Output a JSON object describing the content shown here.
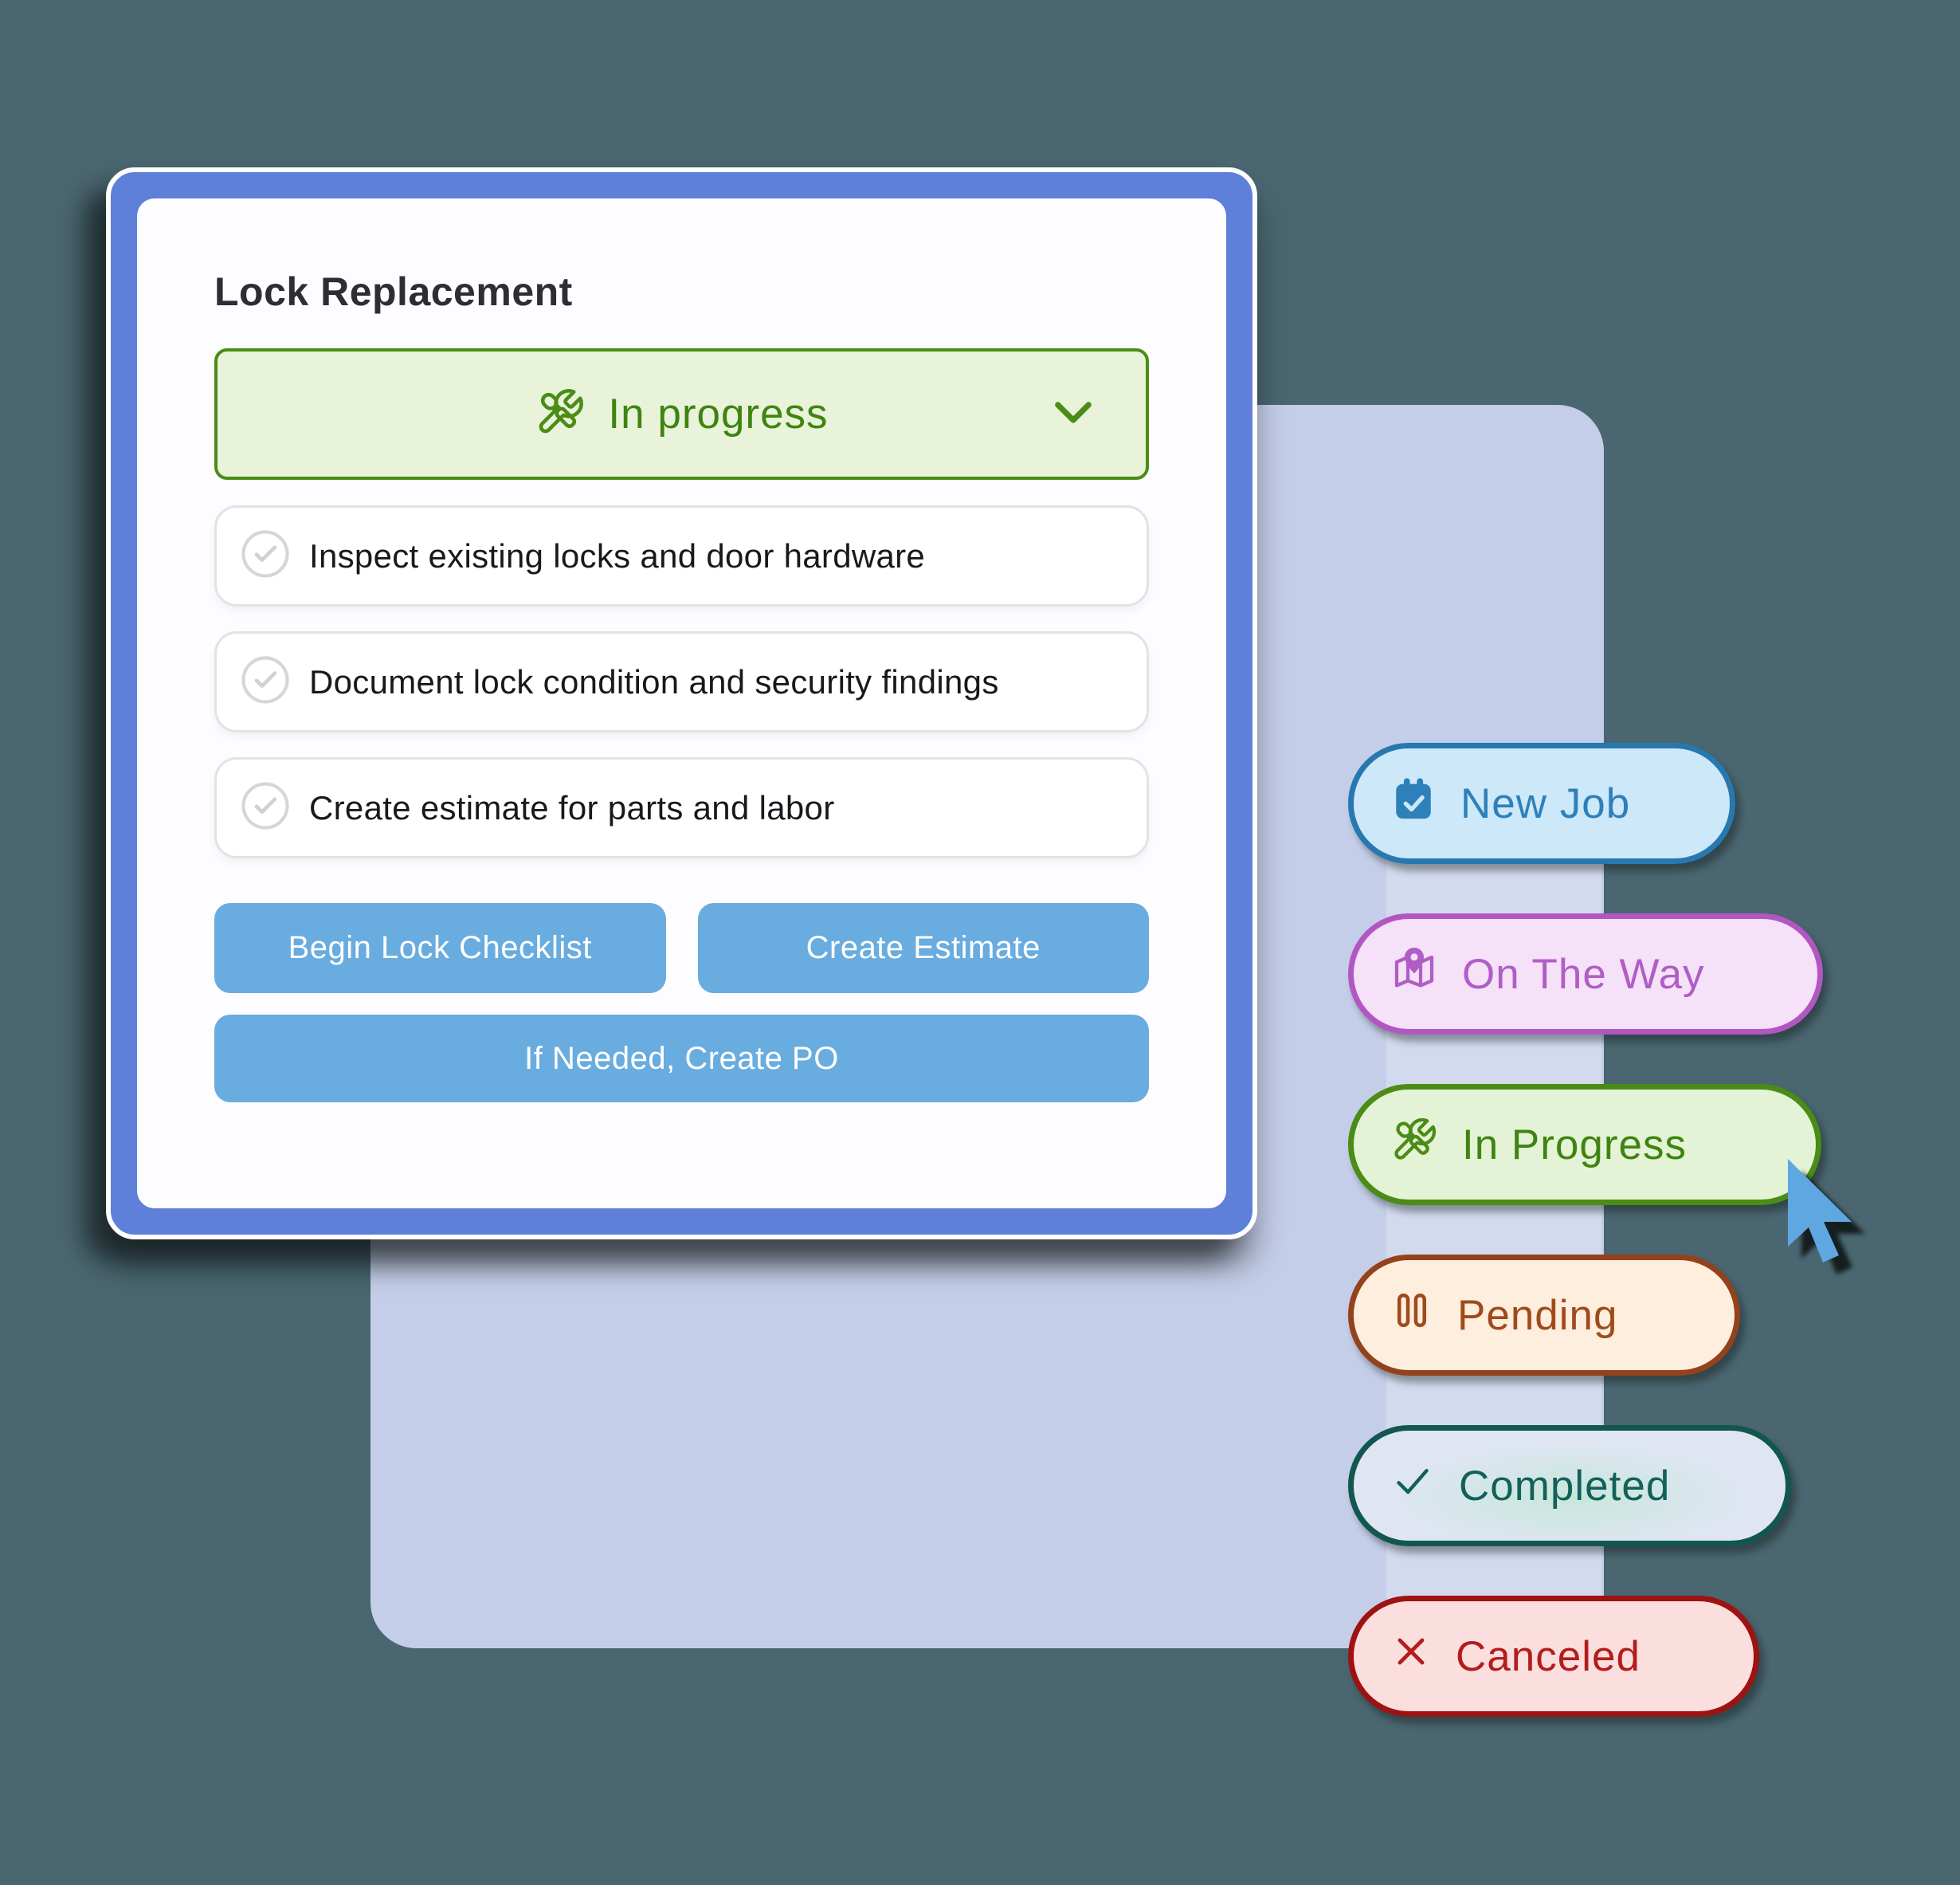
{
  "background": {
    "canvas_color": "#4a6670",
    "panel_color": "#c5cee9"
  },
  "card": {
    "title": "Lock Replacement",
    "accent_color": "#5f80d9",
    "status_dropdown": {
      "value": "In progress",
      "icon": "tools-icon",
      "chevron_icon": "chevron-down-icon",
      "text_color": "#3f8410",
      "bg_color": "#e8f3da",
      "border_color": "#4a8c15"
    },
    "checklist": [
      "Inspect existing locks and door hardware",
      "Document lock condition and security findings",
      "Create estimate for parts and labor"
    ],
    "buttons": {
      "begin_label": "Begin Lock Checklist",
      "estimate_label": "Create Estimate",
      "po_label": "If Needed, Create PO",
      "bg_color": "#69acdf"
    }
  },
  "status_pills": [
    {
      "label": "New Job",
      "icon": "calendar-check-icon",
      "bg": "#cde8f8",
      "border": "#2878b0",
      "text": "#2e80ba"
    },
    {
      "label": "On The Way",
      "icon": "map-pin-icon",
      "bg": "#f5e1f8",
      "border": "#b257c2",
      "text": "#b05ec6"
    },
    {
      "label": "In Progress",
      "icon": "tools-icon",
      "bg": "#e4f3d5",
      "border": "#4a8c15",
      "text": "#3f8410"
    },
    {
      "label": "Pending",
      "icon": "pause-icon",
      "bg": "#fdeedd",
      "border": "#94421b",
      "text": "#a04a1c"
    },
    {
      "label": "Completed",
      "icon": "check-icon",
      "bg": "#dfe6f2",
      "border": "#11574f",
      "text": "#13605b"
    },
    {
      "label": "Canceled",
      "icon": "x-icon",
      "bg": "#fbdede",
      "border": "#9e1212",
      "text": "#b41c1c"
    }
  ],
  "cursor": {
    "color": "#5ea7e0"
  }
}
